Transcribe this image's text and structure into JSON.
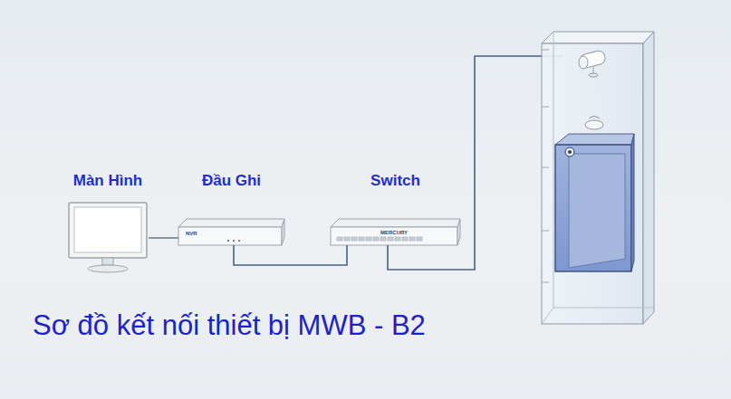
{
  "diagram": {
    "title": "Sơ đồ kết nối thiết bị MWB - B2",
    "nodes": [
      {
        "text": [
          "Màn Hình"
        ]
      },
      {
        "text": [
          "Đầu Ghi",
          "NVR"
        ]
      },
      {
        "text": [
          "Switch",
          "MERCURY"
        ]
      }
    ],
    "edges": [
      {
        "from": 0,
        "to": 1,
        "arrow": "none"
      },
      {
        "from": 1,
        "to": 2,
        "arrow": "none"
      }
    ]
  }
}
